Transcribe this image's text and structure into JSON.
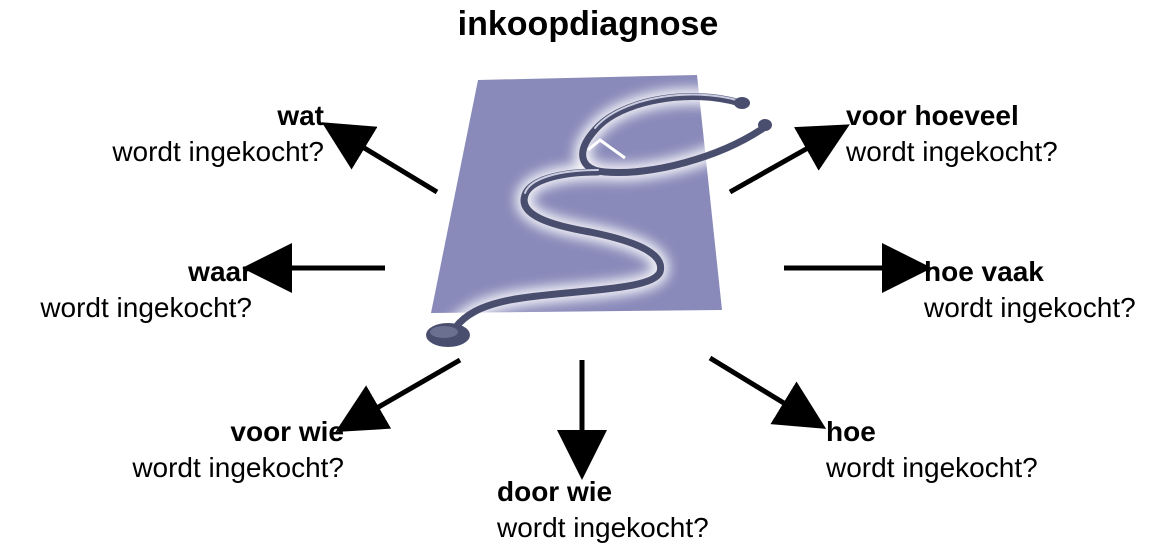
{
  "title": "inkoopdiagnose",
  "items": [
    {
      "id": "wat",
      "question": "wat",
      "sub": "wordt ingekocht?"
    },
    {
      "id": "waar",
      "question": "waar",
      "sub": "wordt ingekocht?"
    },
    {
      "id": "voor-wie",
      "question": "voor wie",
      "sub": "wordt ingekocht?"
    },
    {
      "id": "door-wie",
      "question": "door wie",
      "sub": "wordt ingekocht?"
    },
    {
      "id": "hoe",
      "question": "hoe",
      "sub": "wordt ingekocht?"
    },
    {
      "id": "hoe-vaak",
      "question": "hoe vaak",
      "sub": "wordt ingekocht?"
    },
    {
      "id": "voor-hoeveel",
      "question": "voor hoeveel",
      "sub": "wordt ingekocht?"
    }
  ],
  "colors": {
    "panel": "#8a8aba",
    "stethoscope": "#4a4e6e",
    "arrow": "#000000"
  },
  "center_image": "stethoscope-icon"
}
